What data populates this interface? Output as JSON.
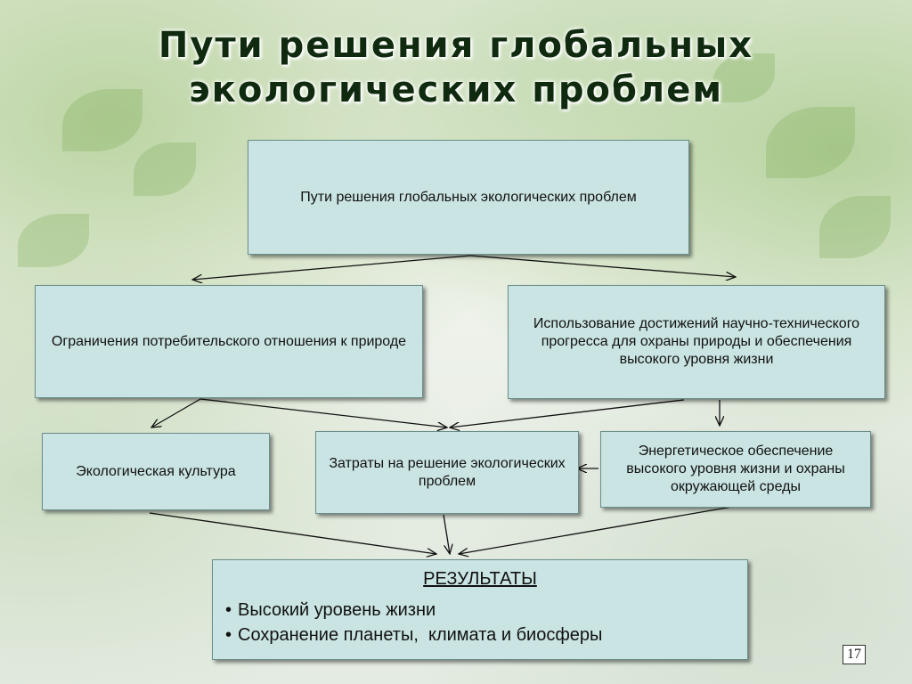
{
  "slide": {
    "title_line1": "Пути решения глобальных",
    "title_line2": "экологических проблем",
    "page_number": "17"
  },
  "diagram": {
    "root": "Пути решения глобальных экологических проблем",
    "left": "Ограничения потребительского отношения к природе",
    "right": "Использование достижений научно-технического прогресса для охраны природы и обеспечения высокого уровня жизни",
    "culture": "Экологическая культура",
    "costs": "Затраты на решение экологических проблем",
    "energy": "Энергетическое обеспечение высокого уровня жизни и охраны окружающей среды",
    "results": {
      "title": "РЕЗУЛЬТАТЫ",
      "items": [
        "Высокий уровень жизни",
        "Сохранение планеты,  климата и биосферы"
      ]
    }
  },
  "colors": {
    "box_fill": "#c9e4e2",
    "title_text": "#0f2a0f"
  }
}
